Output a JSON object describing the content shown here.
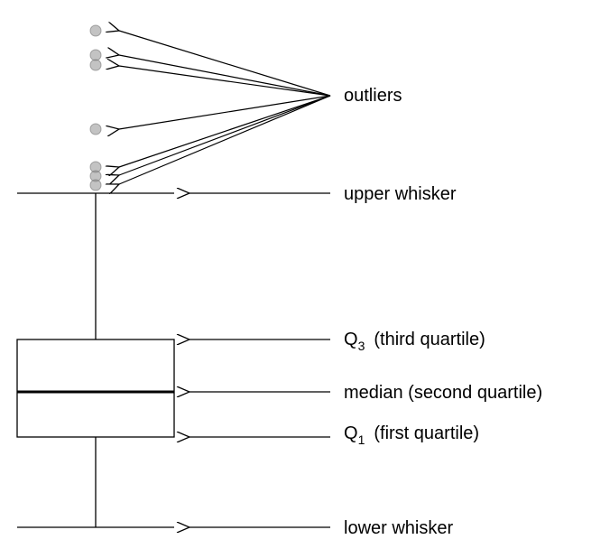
{
  "labels": {
    "outliers": "outliers",
    "upper_whisker": "upper whisker",
    "q3_main": "Q",
    "q3_sub": "3",
    "q3_desc": "(third quartile)",
    "median": "median (second quartile)",
    "q1_main": "Q",
    "q1_sub": "1",
    "q1_desc": "(first quartile)",
    "lower_whisker": "lower whisker"
  },
  "colors": {
    "outlier_fill": "#888888",
    "line": "#000000"
  }
}
